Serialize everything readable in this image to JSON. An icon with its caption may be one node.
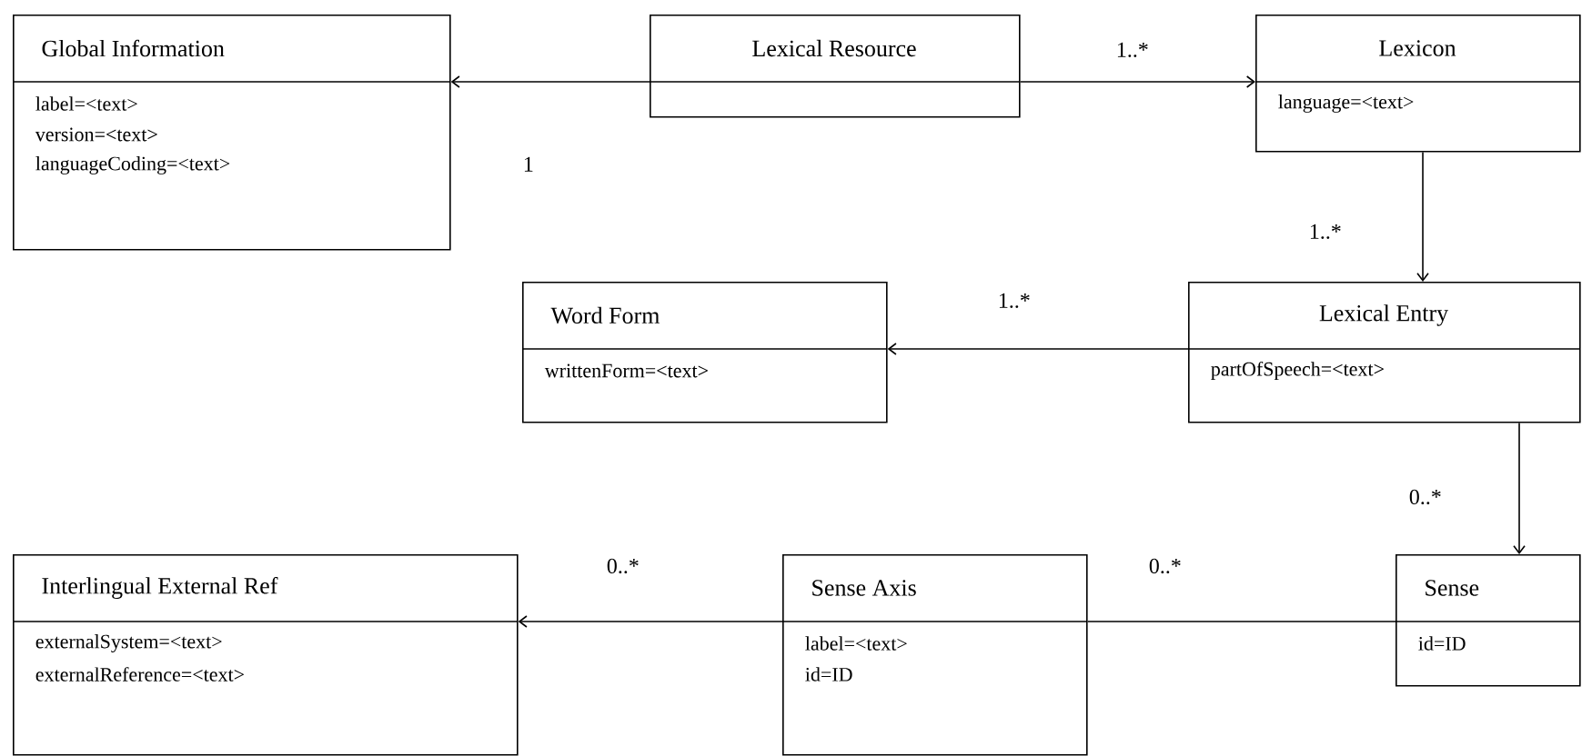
{
  "diagram": {
    "nodes": [
      {
        "text": [
          "Global Information",
          "label=<text>",
          "version=<text>",
          "languageCoding=<text>"
        ]
      },
      {
        "text": [
          "Lexical Resource"
        ]
      },
      {
        "text": [
          "Lexicon",
          "language=<text>"
        ]
      },
      {
        "text": [
          "Word Form",
          "writtenForm=<text>"
        ]
      },
      {
        "text": [
          "Lexical Entry",
          "partOfSpeech=<text>"
        ]
      },
      {
        "text": [
          "Interlingual External Ref",
          "externalSystem=<text>",
          "externalReference=<text>"
        ]
      },
      {
        "text": [
          "Sense Axis",
          "label=<text>",
          "id=ID"
        ]
      },
      {
        "text": [
          "Sense",
          "id=ID"
        ]
      }
    ],
    "edges": [
      {
        "from": 1,
        "to": 0,
        "arrow": "to",
        "label": "1"
      },
      {
        "from": 1,
        "to": 2,
        "arrow": "to",
        "label": "1..*"
      },
      {
        "from": 2,
        "to": 4,
        "arrow": "to",
        "label": "1..*"
      },
      {
        "from": 4,
        "to": 3,
        "arrow": "to",
        "label": "1..*"
      },
      {
        "from": 4,
        "to": 7,
        "arrow": "to",
        "label": "0..*"
      },
      {
        "from": 7,
        "to": 6,
        "arrow": "none",
        "label": "0..*"
      },
      {
        "from": 6,
        "to": 5,
        "arrow": "to",
        "label": "0..*"
      }
    ]
  }
}
